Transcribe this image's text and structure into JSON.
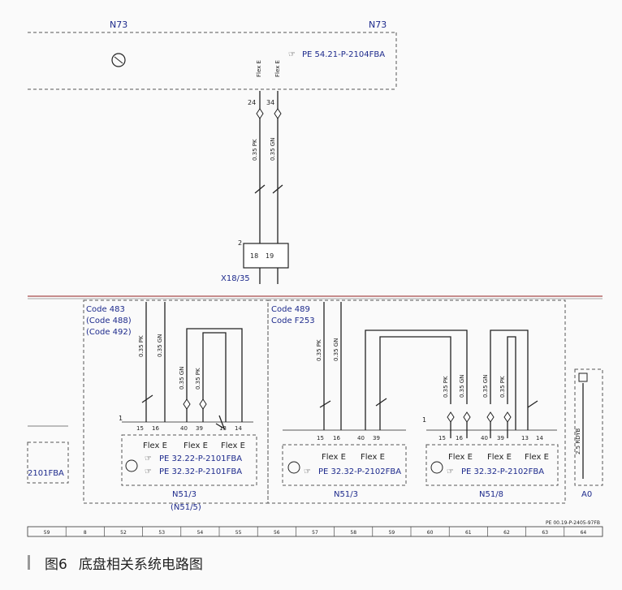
{
  "diagram": {
    "top_module_left": "N73",
    "top_module_right": "N73",
    "ref_top": "PE 54.21-P-2104FBA",
    "pins_top": [
      "24",
      "34"
    ],
    "wire_left": "0.35 PK",
    "wire_right": "0.35 GN",
    "conn_node": "2",
    "conn_pins": [
      "18",
      "19"
    ],
    "conn_name": "X18/35",
    "block1_codes": [
      "Code 483",
      "(Code 488)",
      "(Code 492)"
    ],
    "block2_codes": [
      "Code 489",
      "Code F253"
    ],
    "flex": "Flex E",
    "pin1": "1",
    "b1_pins": [
      "15",
      "16",
      "40",
      "39",
      "13",
      "14"
    ],
    "b1_refs": [
      "PE 32.22-P-2101FBA",
      "PE 32.32-P-2101FBA"
    ],
    "b1_label": "N51/3",
    "b1_label2": "(N51/5)",
    "b2_pins": [
      "15",
      "16",
      "40",
      "39"
    ],
    "b2_ref": "PE 32.32-P-2102FBA",
    "b2_label": "N51/3",
    "b3_pins": [
      "15",
      "16",
      "40",
      "39",
      "13",
      "14"
    ],
    "b3_ref": "PE 32.32-P-2102FBA",
    "b3_label": "N51/8",
    "left_ref": "2101FBA",
    "a0_wire": "2.5 RDYB",
    "a0_label": "A0",
    "page_ref": "PE 00.19-P-2405-97FB",
    "grid": [
      "59",
      "8",
      "52",
      "53",
      "54",
      "55",
      "56",
      "57",
      "58",
      "59",
      "60",
      "61",
      "62",
      "63",
      "64"
    ]
  },
  "caption": {
    "figure_number": "图6",
    "title": "底盘相关系统电路图"
  }
}
